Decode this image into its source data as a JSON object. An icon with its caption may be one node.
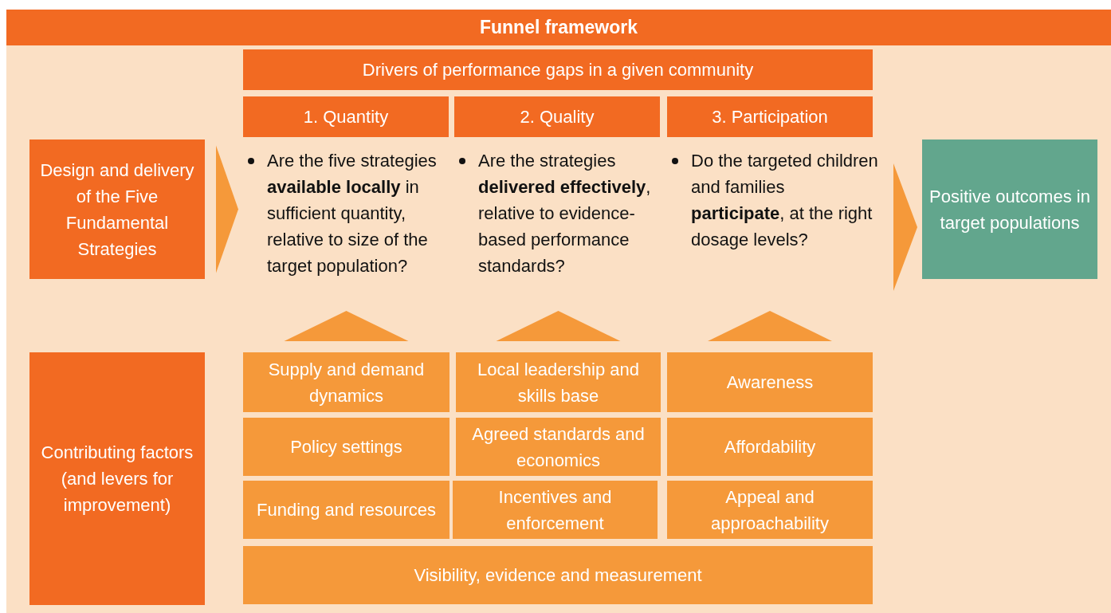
{
  "diagram": {
    "title": "Funnel framework",
    "nodes": [
      {
        "text": [
          "Drivers of performance gaps in a given community"
        ]
      },
      {
        "text": [
          "1. Quantity"
        ]
      },
      {
        "text": [
          "2. Quality"
        ]
      },
      {
        "text": [
          "3. Participation"
        ]
      },
      {
        "text": [
          "Design and delivery of the Five Fundamental Strategies"
        ]
      },
      {
        "text": [
          "Are the five strategies **available locally** in sufficient quantity, relative to size of the target population?"
        ]
      },
      {
        "text": [
          "Are the strategies **delivered effectively**, relative to evidence-based performance standards?"
        ]
      },
      {
        "text": [
          "Do the targeted children and families **participate**, at the right dosage levels?"
        ]
      },
      {
        "text": [
          "Positive outcomes in target populations"
        ]
      },
      {
        "text": [
          "Contributing factors (and levers for improvement)"
        ]
      },
      {
        "text": [
          "Supply and demand dynamics"
        ]
      },
      {
        "text": [
          "Local leadership and skills base"
        ]
      },
      {
        "text": [
          "Awareness"
        ]
      },
      {
        "text": [
          "Policy settings"
        ]
      },
      {
        "text": [
          "Agreed standards and economics"
        ]
      },
      {
        "text": [
          "Affordability"
        ]
      },
      {
        "text": [
          "Funding and resources"
        ]
      },
      {
        "text": [
          "Incentives and enforcement"
        ]
      },
      {
        "text": [
          "Appeal and approachability"
        ]
      },
      {
        "text": [
          "Visibility, evidence and measurement"
        ]
      }
    ],
    "edges": [
      {
        "from": 4,
        "to": 5,
        "arrow": "to"
      },
      {
        "from": 7,
        "to": 8,
        "arrow": "to"
      },
      {
        "from": 10,
        "to": 5,
        "arrow": "to"
      },
      {
        "from": 11,
        "to": 6,
        "arrow": "to"
      },
      {
        "from": 12,
        "to": 7,
        "arrow": "to"
      }
    ]
  }
}
